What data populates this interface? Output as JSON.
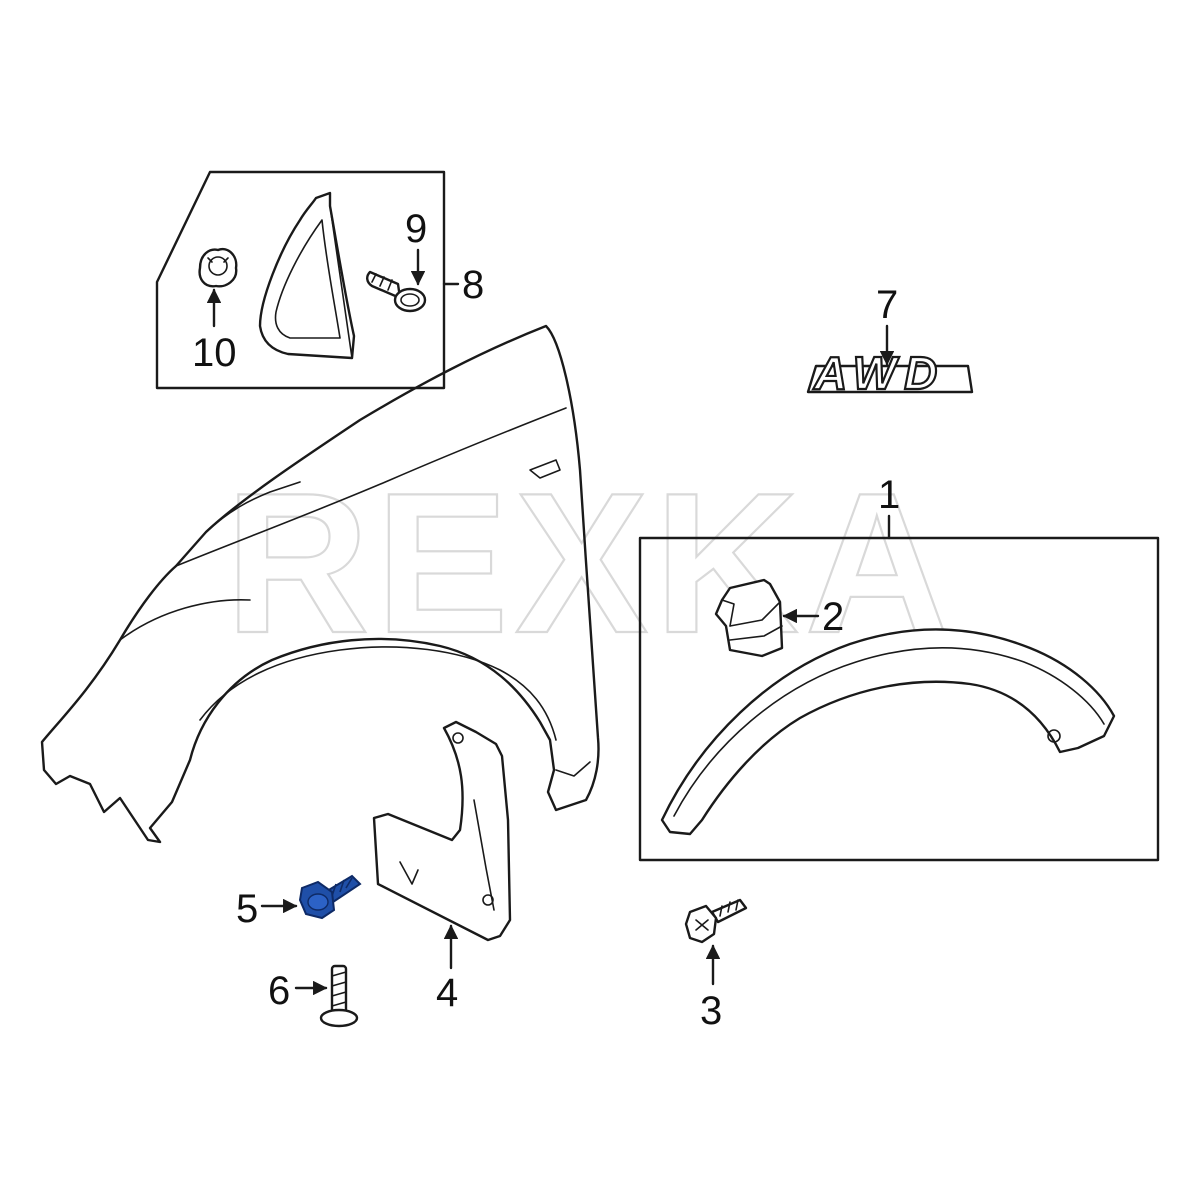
{
  "diagram": {
    "watermark": "REXKA",
    "badge_text": "AWD",
    "highlight_color": "#1f4fa8",
    "line_color": "#1a1a1a",
    "callouts": [
      {
        "id": "1",
        "label": "1"
      },
      {
        "id": "2",
        "label": "2"
      },
      {
        "id": "3",
        "label": "3"
      },
      {
        "id": "4",
        "label": "4"
      },
      {
        "id": "5",
        "label": "5"
      },
      {
        "id": "6",
        "label": "6"
      },
      {
        "id": "7",
        "label": "7"
      },
      {
        "id": "8",
        "label": "8"
      },
      {
        "id": "9",
        "label": "9"
      },
      {
        "id": "10",
        "label": "10"
      }
    ]
  }
}
